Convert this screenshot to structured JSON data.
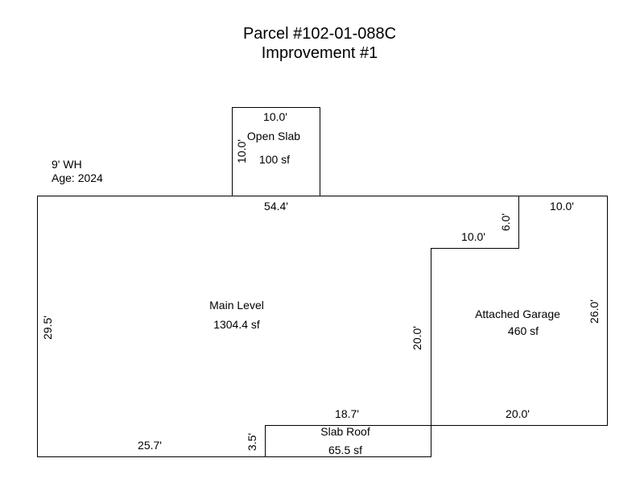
{
  "title": {
    "parcel": "Parcel #102-01-088C",
    "improvement": "Improvement #1"
  },
  "notes": {
    "wall_height": "9' WH",
    "age": "Age: 2024"
  },
  "areas": {
    "open_slab": {
      "name": "Open Slab",
      "size": "100 sf"
    },
    "main_level": {
      "name": "Main Level",
      "size": "1304.4 sf"
    },
    "attached_garage": {
      "name": "Attached Garage",
      "size": "460 sf"
    },
    "slab_roof": {
      "name": "Slab Roof",
      "size": "65.5 sf"
    }
  },
  "dimensions": {
    "open_slab_top": "10.0'",
    "open_slab_side": "10.0'",
    "main_top": "54.4'",
    "main_left": "29.5'",
    "main_bottom": "25.7'",
    "notch_height": "6.0'",
    "notch_width": "10.0'",
    "interior_wall": "20.0'",
    "garage_top": "10.0'",
    "garage_right": "26.0'",
    "garage_bottom": "20.0'",
    "slab_roof_top": "18.7'",
    "slab_roof_side": "3.5'"
  }
}
